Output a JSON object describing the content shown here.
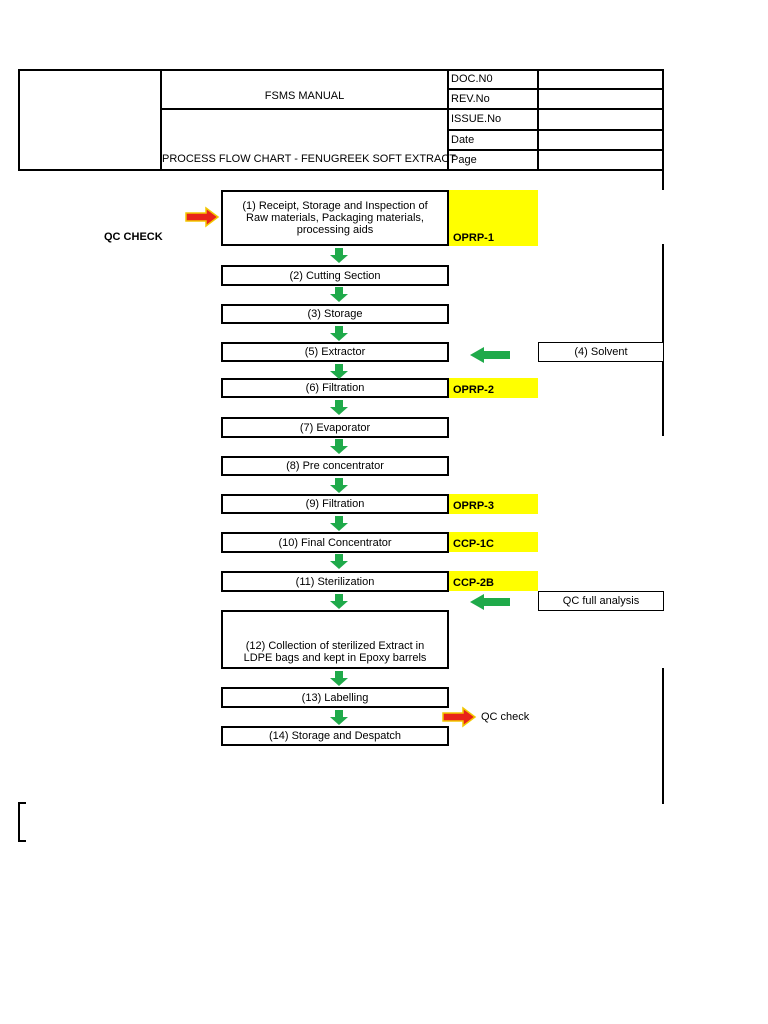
{
  "header": {
    "doc_no_label": "DOC.N0",
    "rev_no_label": "REV.No",
    "issue_no_label": "ISSUE.No",
    "date_label": "Date",
    "page_label": "Page",
    "manual_title": "FSMS MANUAL",
    "chart_title": "PROCESS FLOW CHART - FENUGREEK SOFT EXTRACT"
  },
  "steps": [
    "(1) Receipt, Storage and Inspection of Raw materials, Packaging materials, processing aids",
    "(2) Cutting Section",
    "(3) Storage",
    "(5) Extractor",
    "(6) Filtration",
    "(7) Evaporator",
    "(8) Pre concentrator",
    "(9) Filtration",
    "(10) Final Concentrator",
    "(11) Sterilization",
    "(12) Collection of  sterilized Extract in LDPE bags and kept in Epoxy barrels",
    "(13) Labelling",
    "(14) Storage and Despatch"
  ],
  "tags": {
    "oprp1": "OPRP-1",
    "oprp2": "OPRP-2",
    "oprp3": "OPRP-3",
    "ccp1c": "CCP-1C",
    "ccp2b": "CCP-2B"
  },
  "side_boxes": {
    "solvent": "(4) Solvent",
    "qc_full": "QC full analysis"
  },
  "labels": {
    "qc_check_left": "QC CHECK",
    "qc_check_right": "QC check"
  },
  "colors": {
    "flow_arrow": "#1faa4a",
    "highlight": "#ffff00",
    "red_arrow": "#e8231a",
    "red_arrow_outline": "#f2c700"
  }
}
